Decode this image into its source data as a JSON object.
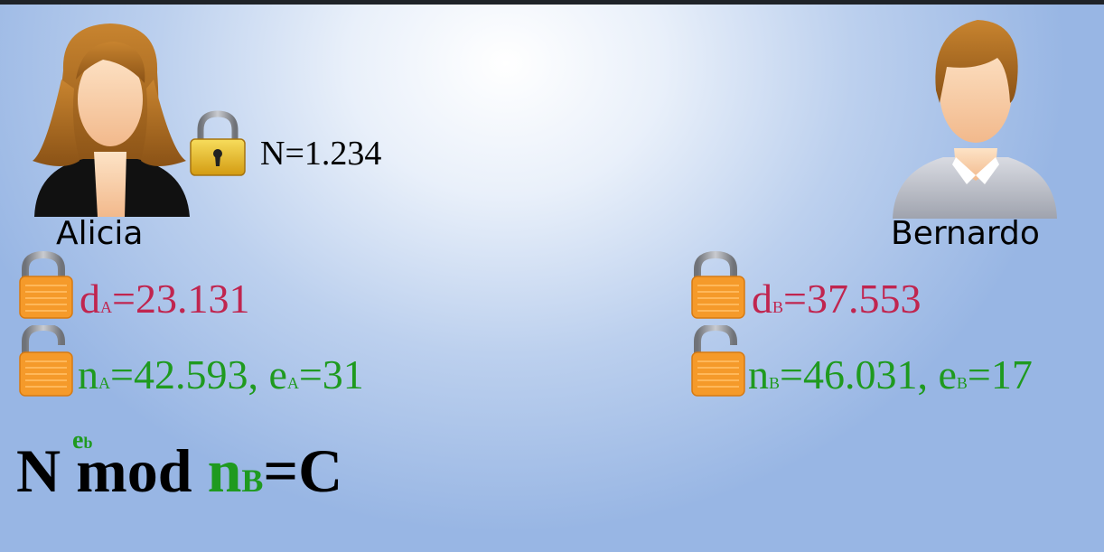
{
  "alicia": {
    "name": "Alicia",
    "message": "N=1.234",
    "private": {
      "d": "d",
      "sub": "A",
      "value": "=23.131"
    },
    "public": {
      "n": "n",
      "n_sub": "A",
      "n_value": "=42.593, e",
      "e_sub": "A",
      "e_value": "=31"
    }
  },
  "bernardo": {
    "name": "Bernardo",
    "private": {
      "d": "d",
      "sub": "B",
      "value": "=37.553"
    },
    "public": {
      "n": "n",
      "n_sub": "B",
      "n_value": "=46.031, e",
      "e_sub": "B",
      "e_value": "=17"
    }
  },
  "formula": {
    "base": "N",
    "exp": "e",
    "exp_sub": "b",
    "op": "mod",
    "mod": "n",
    "mod_sub": "B",
    "result": "=C"
  },
  "colors": {
    "private_key": "#c0254f",
    "public_key": "#1f9a1f",
    "padlock_body": "#f59a2a",
    "shackle": "#8d9096"
  },
  "icons": [
    "woman-avatar-icon",
    "man-avatar-icon",
    "gold-padlock-icon",
    "orange-padlock-open-icon"
  ]
}
